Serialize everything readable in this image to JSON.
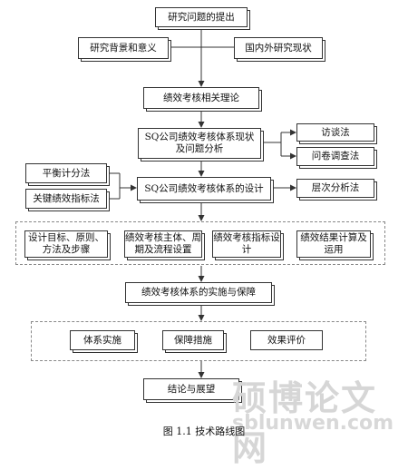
{
  "nodes": {
    "research_question": "研究问题的提出",
    "background": "研究背景和意义",
    "literature": "国内外研究现状",
    "theory": "绩效考核相关理论",
    "status_analysis": "SQ公司绩效考核体系现状及问题分析",
    "interview": "访谈法",
    "questionnaire": "问卷调查法",
    "bsc": "平衡计分法",
    "kpi": "关键绩效指标法",
    "design": "SQ公司绩效考核体系的设计",
    "ahp": "层次分析法",
    "goals": "设计目标、原则、方法及步骤",
    "subject": "绩效考核主体、周期及流程设置",
    "indicators": "绩效考核指标设计",
    "results": "绩效结果计算及运用",
    "implementation": "绩效考核体系的实施与保障",
    "system_impl": "体系实施",
    "safeguards": "保障措施",
    "evaluation": "效果评价",
    "conclusion": "结论与展望"
  },
  "caption": "图 1.1  技术路线图",
  "watermark": {
    "cn": "硕博论文网",
    "url": "sblunwen.com"
  }
}
